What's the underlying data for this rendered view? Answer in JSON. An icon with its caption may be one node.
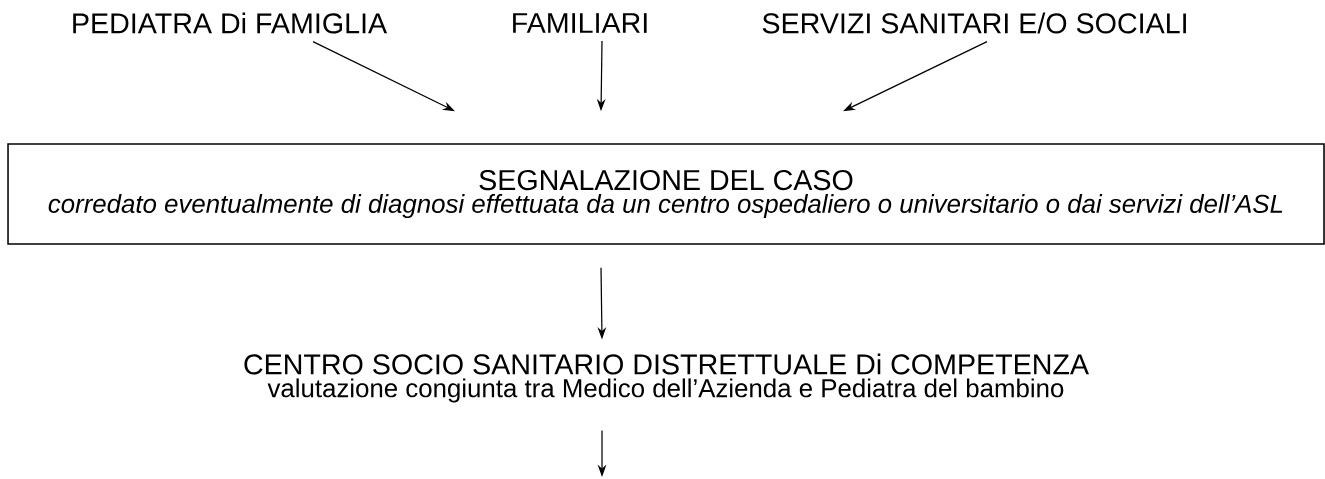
{
  "diagram": {
    "nodes": [
      {
        "text": [
          "PEDIATRA Di FAMIGLIA"
        ]
      },
      {
        "text": [
          "FAMILIARI"
        ]
      },
      {
        "text": [
          "SERVIZI SANITARI E/O SOCIALI"
        ]
      },
      {
        "text": [
          "SEGNALAZIONE DEL CASO",
          "corredato eventualmente di diagnosi effettuata da un centro ospedaliero o universitario o dai servizi dell’ASL"
        ]
      },
      {
        "text": [
          "CENTRO SOCIO SANITARIO DISTRETTUALE Di COMPETENZA",
          "valutazione congiunta tra Medico dell’Azienda e Pediatra del bambino"
        ]
      }
    ],
    "edges": [
      {
        "from": 0,
        "to": 3,
        "arrow": "to"
      },
      {
        "from": 1,
        "to": 3,
        "arrow": "to"
      },
      {
        "from": 2,
        "to": 3,
        "arrow": "to"
      },
      {
        "from": 3,
        "to": 4,
        "arrow": "to"
      },
      {
        "from": 4,
        "to": null,
        "arrow": "to"
      }
    ]
  }
}
